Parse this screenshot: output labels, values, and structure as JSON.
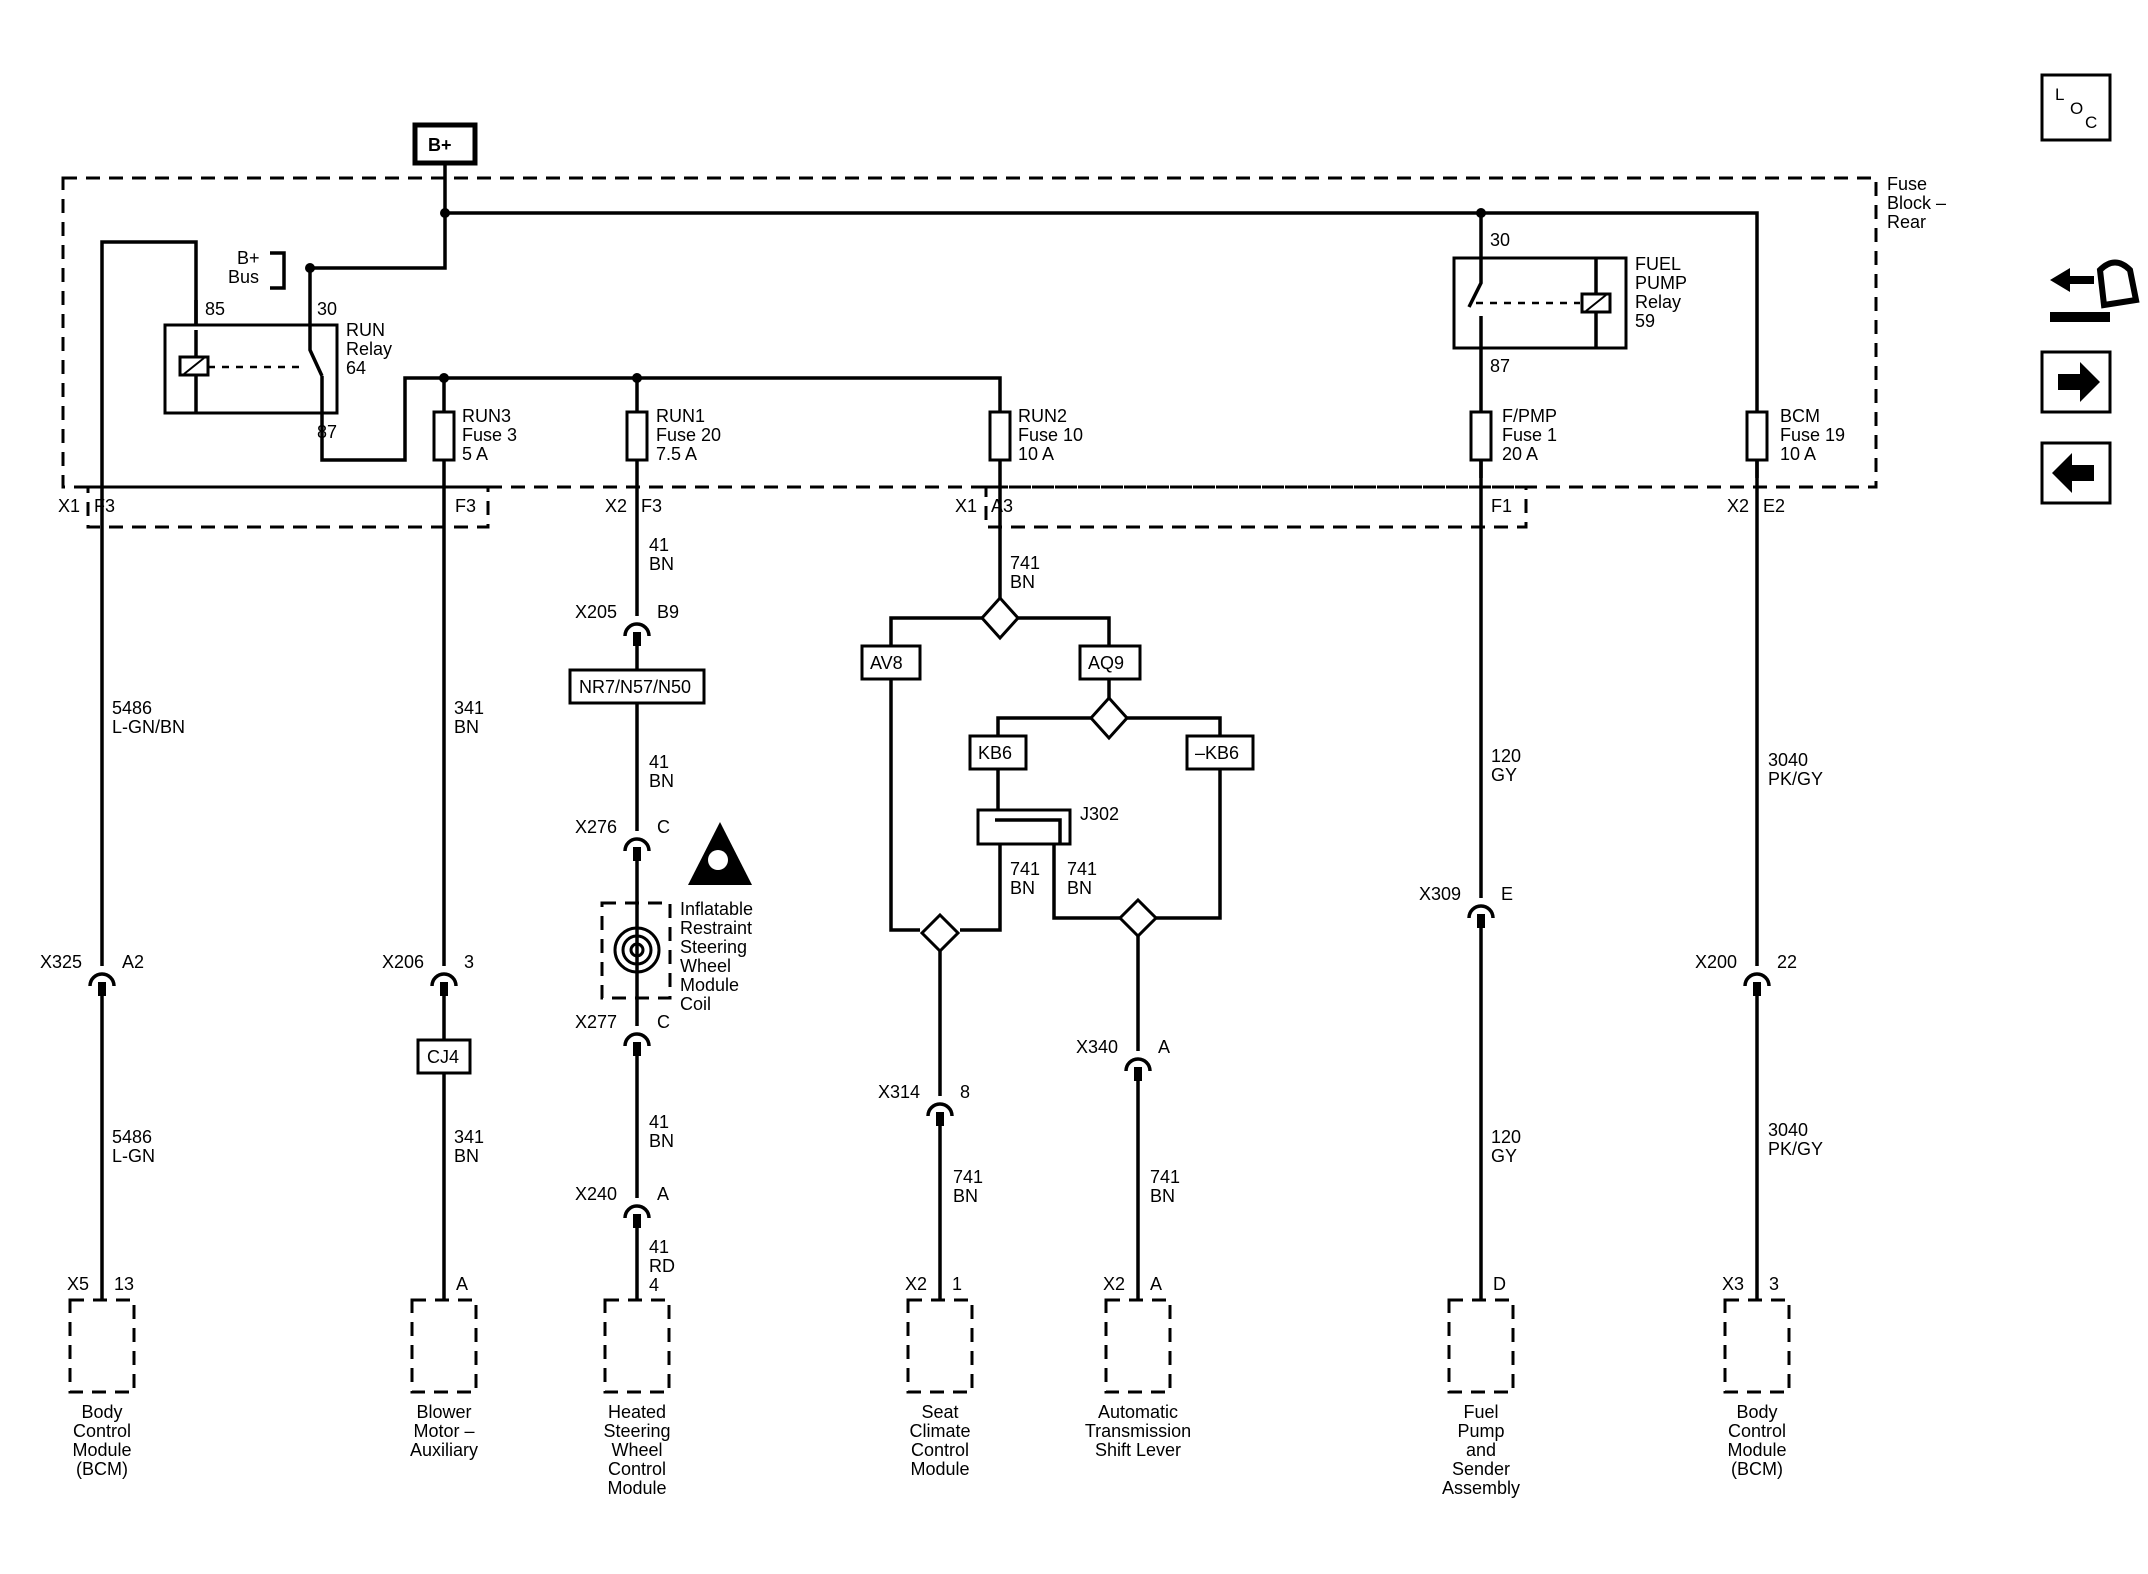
{
  "power": {
    "source": "B+",
    "bus": [
      "B+",
      "Bus"
    ]
  },
  "fuse_block": [
    "Fuse",
    "Block –",
    "Rear"
  ],
  "loc_label": [
    "L",
    "O",
    "C"
  ],
  "icons": {
    "swap": "harness-swap-icon",
    "next": "arrow-right-icon",
    "prev": "arrow-left-icon"
  },
  "relays": {
    "run": {
      "lines": [
        "RUN",
        "Relay",
        "64"
      ],
      "pin_85": "85",
      "pin_30": "30",
      "pin_87": "87"
    },
    "fuel_pump": {
      "lines": [
        "FUEL",
        "PUMP",
        "Relay",
        "59"
      ],
      "pin_30": "30",
      "pin_87": "87"
    }
  },
  "fuses": {
    "run3": [
      "RUN3",
      "Fuse 3",
      "5 A"
    ],
    "run1": [
      "RUN1",
      "Fuse 20",
      "7.5 A"
    ],
    "run2": [
      "RUN2",
      "Fuse 10",
      "10 A"
    ],
    "fpmp": [
      "F/PMP",
      "Fuse 1",
      "20 A"
    ],
    "bcm": [
      "BCM",
      "Fuse 19",
      "10 A"
    ]
  },
  "block_pins": {
    "x1_f3": [
      "X1",
      "F3"
    ],
    "f3": "F3",
    "x2_f3": [
      "X2",
      "F3"
    ],
    "x1_a3": [
      "X1",
      "A3"
    ],
    "f1": "F1",
    "x2_e2": [
      "X2",
      "E2"
    ]
  },
  "wires": {
    "c1_top": [
      "5486",
      "L-GN/BN"
    ],
    "c1_bot": [
      "5486",
      "L-GN"
    ],
    "c2_top": [
      "341",
      "BN"
    ],
    "c2_bot": [
      "341",
      "BN"
    ],
    "c3_a": [
      "41",
      "BN"
    ],
    "c3_b": [
      "41",
      "BN"
    ],
    "c3_c": [
      "41",
      "BN"
    ],
    "c3_d": [
      "41",
      "RD",
      "4"
    ],
    "c4_top": [
      "741",
      "BN"
    ],
    "c4_left": [
      "741",
      "BN"
    ],
    "c4_right": [
      "741",
      "BN"
    ],
    "c4_seat": [
      "741",
      "BN"
    ],
    "c4_trans": [
      "741",
      "BN"
    ],
    "c5_top": [
      "120",
      "GY"
    ],
    "c5_bot": [
      "120",
      "GY"
    ],
    "c6_top": [
      "3040",
      "PK/GY"
    ],
    "c6_bot": [
      "3040",
      "PK/GY"
    ]
  },
  "connectors": {
    "x325": [
      "X325",
      "A2"
    ],
    "x206": [
      "X206",
      "3"
    ],
    "x205": [
      "X205",
      "B9"
    ],
    "x276": [
      "X276",
      "C"
    ],
    "x277": [
      "X277",
      "C"
    ],
    "x240": [
      "X240",
      "A"
    ],
    "x314": [
      "X314",
      "8"
    ],
    "x340": [
      "X340",
      "A"
    ],
    "x309": [
      "X309",
      "E"
    ],
    "x200": [
      "X200",
      "22"
    ]
  },
  "options": {
    "nr7": "NR7/N57/N50",
    "av8": "AV8",
    "aq9": "AQ9",
    "kb6": "KB6",
    "nkb6": "–KB6",
    "cj4": "CJ4",
    "j302": "J302"
  },
  "coil": [
    "Inflatable",
    "Restraint",
    "Steering",
    "Wheel",
    "Module",
    "Coil"
  ],
  "modules": [
    {
      "pin": [
        "X5",
        "13"
      ],
      "name": [
        "Body",
        "Control",
        "Module",
        "(BCM)"
      ]
    },
    {
      "pin": [
        "",
        "A"
      ],
      "name": [
        "Blower",
        "Motor –",
        "Auxiliary"
      ]
    },
    {
      "pin": [
        "",
        ""
      ],
      "name": [
        "Heated",
        "Steering",
        "Wheel",
        "Control",
        "Module"
      ]
    },
    {
      "pin": [
        "X2",
        "1"
      ],
      "name": [
        "Seat",
        "Climate",
        "Control",
        "Module"
      ]
    },
    {
      "pin": [
        "X2",
        "A"
      ],
      "name": [
        "Automatic",
        "Transmission",
        "Shift Lever"
      ]
    },
    {
      "pin": [
        "",
        "D"
      ],
      "name": [
        "Fuel",
        "Pump",
        "and",
        "Sender",
        "Assembly"
      ]
    },
    {
      "pin": [
        "X3",
        "3"
      ],
      "name": [
        "Body",
        "Control",
        "Module",
        "(BCM)"
      ]
    }
  ]
}
